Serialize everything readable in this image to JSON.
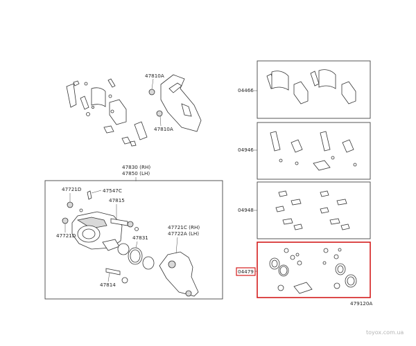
{
  "diagram": {
    "labels": {
      "upper_left": [
        "47810A",
        "47810A"
      ],
      "caliper_head": [
        "47830 (RH)",
        "47850 (LH)"
      ],
      "caliper_parts": [
        "47721D",
        "47547C",
        "47815",
        "47721D",
        "47831",
        "47721C (RH)",
        "47722A (LH)",
        "47814"
      ],
      "kits": [
        "04466",
        "04946",
        "04948",
        "04479"
      ]
    },
    "highlighted_kit": "04479",
    "highlight_color": "#d41c1c",
    "figure_code": "479120A",
    "watermark": "toyox.com.ua"
  }
}
